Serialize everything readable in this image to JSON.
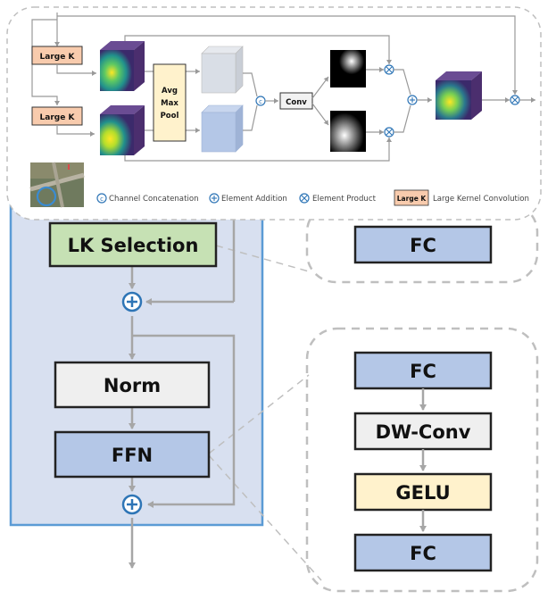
{
  "detail_panel": {
    "large_k_top": "Large K",
    "large_k_bottom": "Large K",
    "pool_lines": [
      "Avg",
      "Max",
      "Pool"
    ],
    "conv": "Conv",
    "concat_symbol": "c"
  },
  "legend": {
    "channel_concat": "Channel Concatenation",
    "element_addition": "Element Addition",
    "element_product": "Element Product",
    "large_k_badge": "Large K",
    "large_kernel_conv": "Large Kernel Convolution"
  },
  "block": {
    "lk_selection": "LK Selection",
    "norm": "Norm",
    "ffn": "FFN"
  },
  "top_right_panel": {
    "fc": "FC"
  },
  "ffn_detail": {
    "fc_top": "FC",
    "dwconv": "DW-Conv",
    "gelu": "GELU",
    "fc_bottom": "FC"
  },
  "colors": {
    "lk_green": "#c6e1b4",
    "block_bg": "#d8e0f0",
    "block_border": "#5b9bd5",
    "norm_gray": "#efefef",
    "ffn_blue": "#b4c7e7",
    "gelu_yellow": "#fff2cc",
    "large_k_orange": "#f8cbad",
    "pool_yellow": "#fff2cc",
    "arrow_gray": "#a6a6a6",
    "dash_gray": "#bfbfbf"
  }
}
